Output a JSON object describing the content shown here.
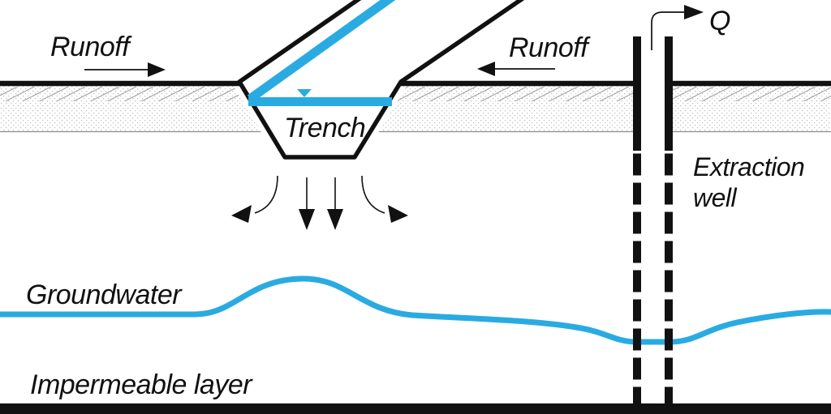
{
  "labels": {
    "runoff_left": "Runoff",
    "runoff_right": "Runoff",
    "discharge": "Q",
    "trench": "Trench",
    "extraction_well": "Extraction well",
    "groundwater": "Groundwater",
    "impermeable_layer": "Impermeable layer"
  },
  "colors": {
    "water": "#29abe2",
    "ink": "#111111",
    "stipple": "#b9b9b9",
    "hatch": "#9a9a9a",
    "bandline": "#8c8c8c"
  },
  "symbols": {
    "runoff_arrow_left": "right-arrow",
    "runoff_arrow_right": "left-arrow",
    "discharge_arrow": "up-then-right-arrow",
    "infiltration_arrows": "down-and-outward-arrows",
    "water_level_marker": "filled-down-triangle"
  }
}
